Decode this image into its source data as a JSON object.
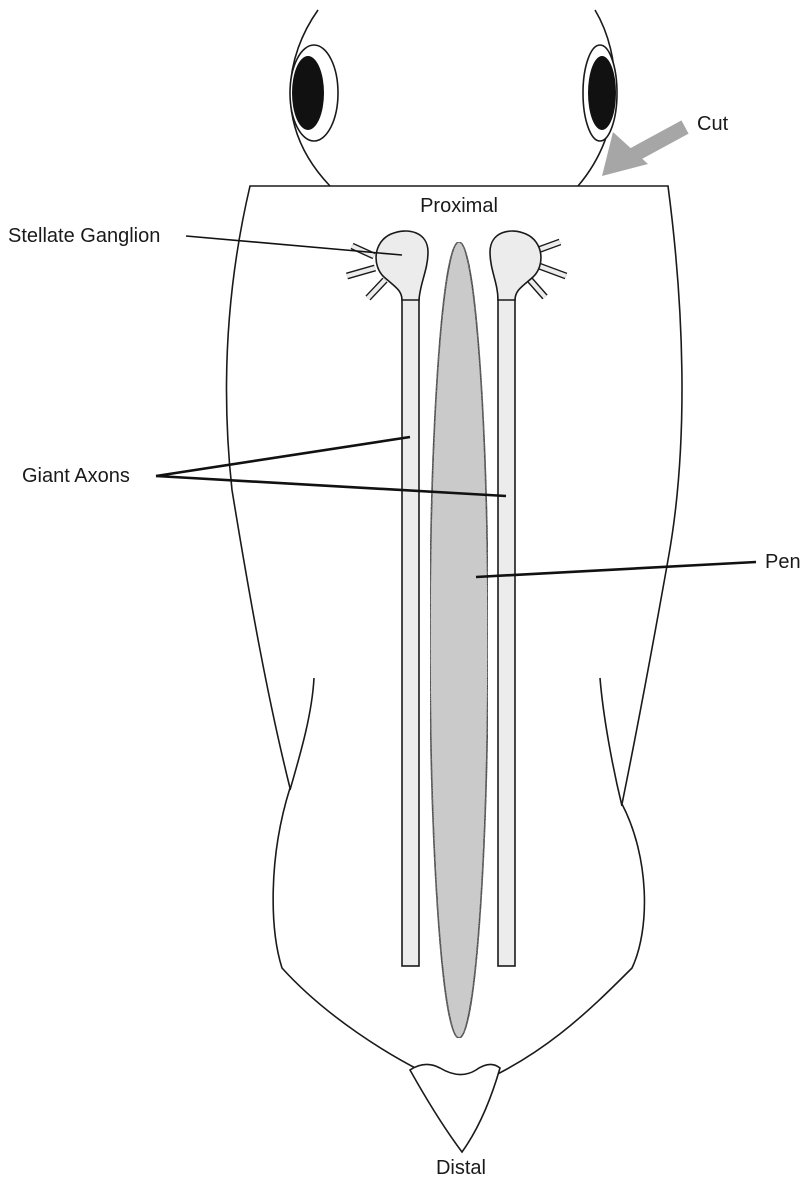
{
  "labels": {
    "cut": "Cut",
    "proximal": "Proximal",
    "stellate_ganglion": "Stellate Ganglion",
    "giant_axons": "Giant Axons",
    "pen": "Pen",
    "distal": "Distal"
  },
  "colors": {
    "outline": "#1a1a1a",
    "axon_fill": "#ececec",
    "pen_fill": "#cccccc",
    "cut_arrow": "#a6a6a6",
    "eye": "#111111"
  }
}
